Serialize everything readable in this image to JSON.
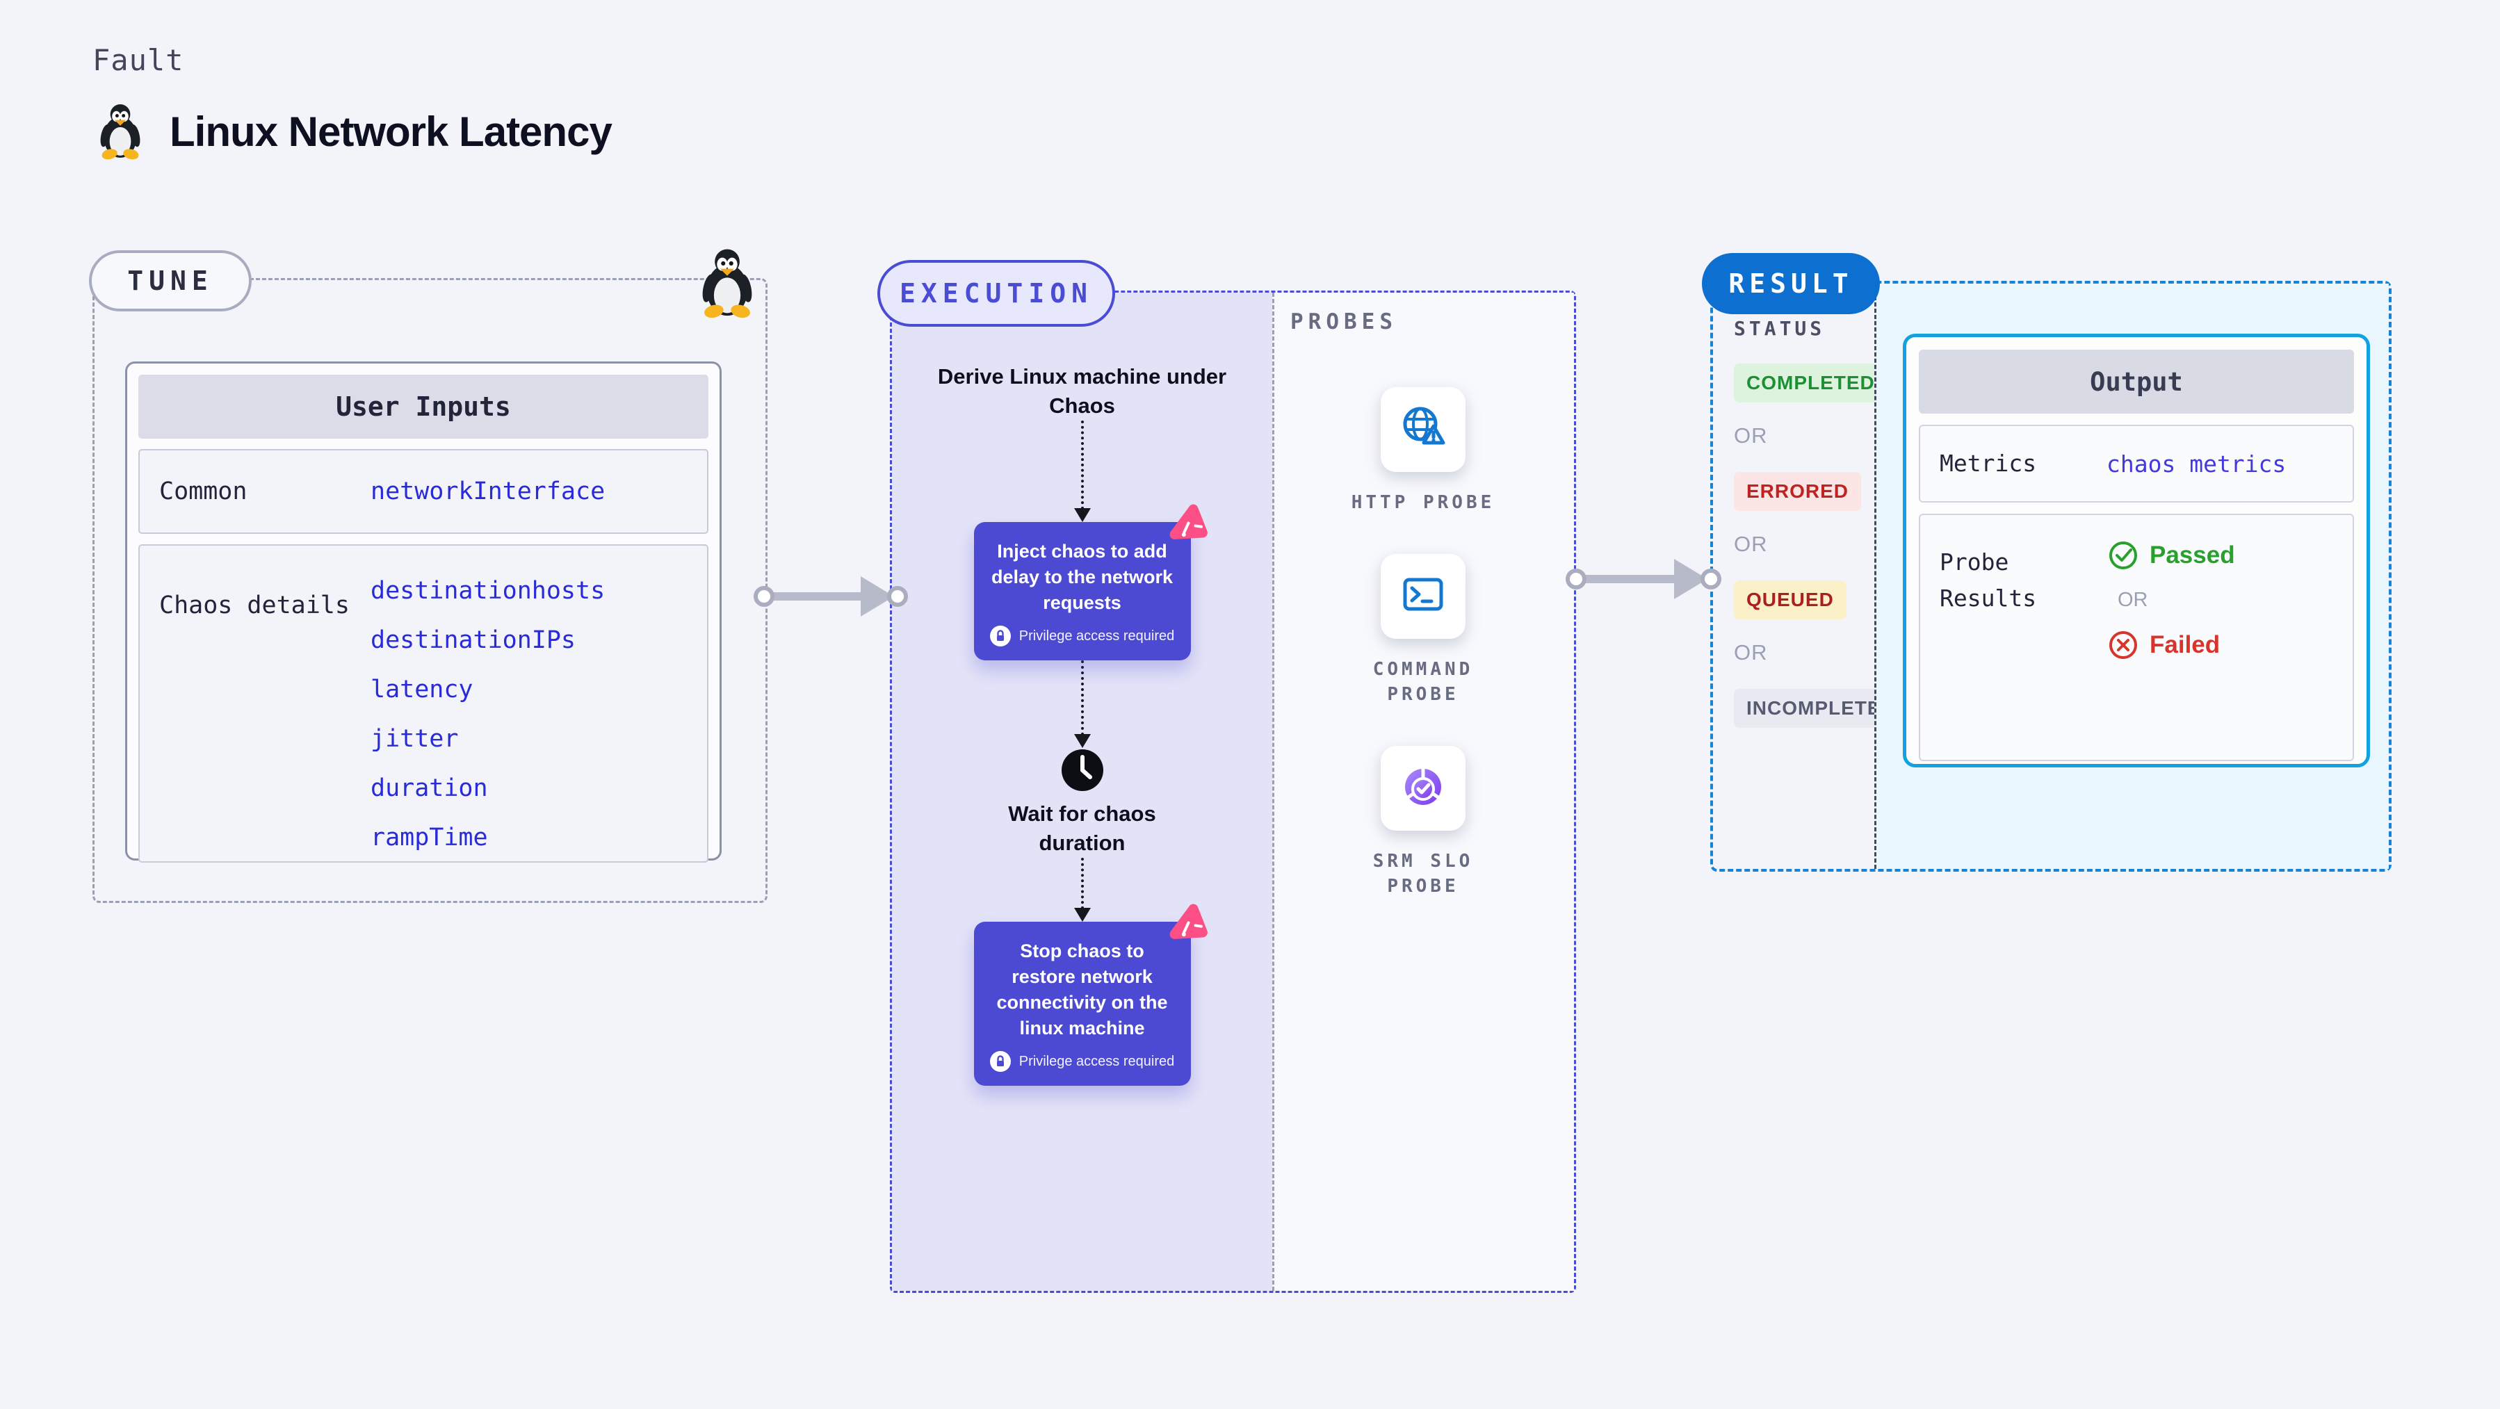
{
  "header": {
    "eyebrow": "Fault",
    "title": "Linux Network Latency"
  },
  "colors": {
    "page_bg": "#f2f4f9",
    "execution_accent": "#4a4cd4",
    "execution_bg": "#e3e3f8",
    "result_accent": "#1583d8",
    "result_badge_bg": "#0d6fd0",
    "result_panel_bg": "#e9f6fd",
    "chaos_step_bg": "#4c49d2",
    "chaos_icon_pink": "#fb4f86",
    "probe_icon_blue": "#1478d1",
    "value_text_blue": "#2a2bd8"
  },
  "tune": {
    "badge": "TUNE",
    "card_title": "User Inputs",
    "rows": [
      {
        "label": "Common",
        "values": [
          "networkInterface"
        ]
      },
      {
        "label": "Chaos details",
        "values": [
          "destinationhosts",
          "destinationIPs",
          "latency",
          "jitter",
          "duration",
          "rampTime"
        ]
      }
    ]
  },
  "execution": {
    "badge": "EXECUTION",
    "steps": {
      "derive": "Derive Linux machine under Chaos",
      "inject": "Inject chaos to add delay to the network requests",
      "wait": "Wait for chaos duration",
      "stop": "Stop chaos to restore network connectivity on the linux machine",
      "privilege_note": "Privilege access required"
    }
  },
  "probes": {
    "title": "PROBES",
    "items": [
      {
        "label": "HTTP PROBE",
        "icon": "globe-alert-icon"
      },
      {
        "label": "COMMAND\nPROBE",
        "icon": "terminal-icon"
      },
      {
        "label": "SRM SLO\nPROBE",
        "icon": "slo-donut-icon"
      }
    ]
  },
  "result": {
    "badge": "RESULT",
    "status_title": "STATUS",
    "or_label": "OR",
    "statuses": [
      {
        "label": "COMPLETED",
        "bg": "#ddf3dd",
        "color": "#1d8f35"
      },
      {
        "label": "ERRORED",
        "bg": "#fbe5e5",
        "color": "#c02121"
      },
      {
        "label": "QUEUED",
        "bg": "#fcf0c8",
        "color": "#ad1f1f"
      },
      {
        "label": "INCOMPLETED",
        "bg": "#e9eaf1",
        "color": "#565b72"
      }
    ],
    "output": {
      "title": "Output",
      "metrics_label": "Metrics",
      "metrics_value": "chaos metrics",
      "probe_results_label": "Probe Results",
      "passed": "Passed",
      "failed": "Failed"
    }
  }
}
